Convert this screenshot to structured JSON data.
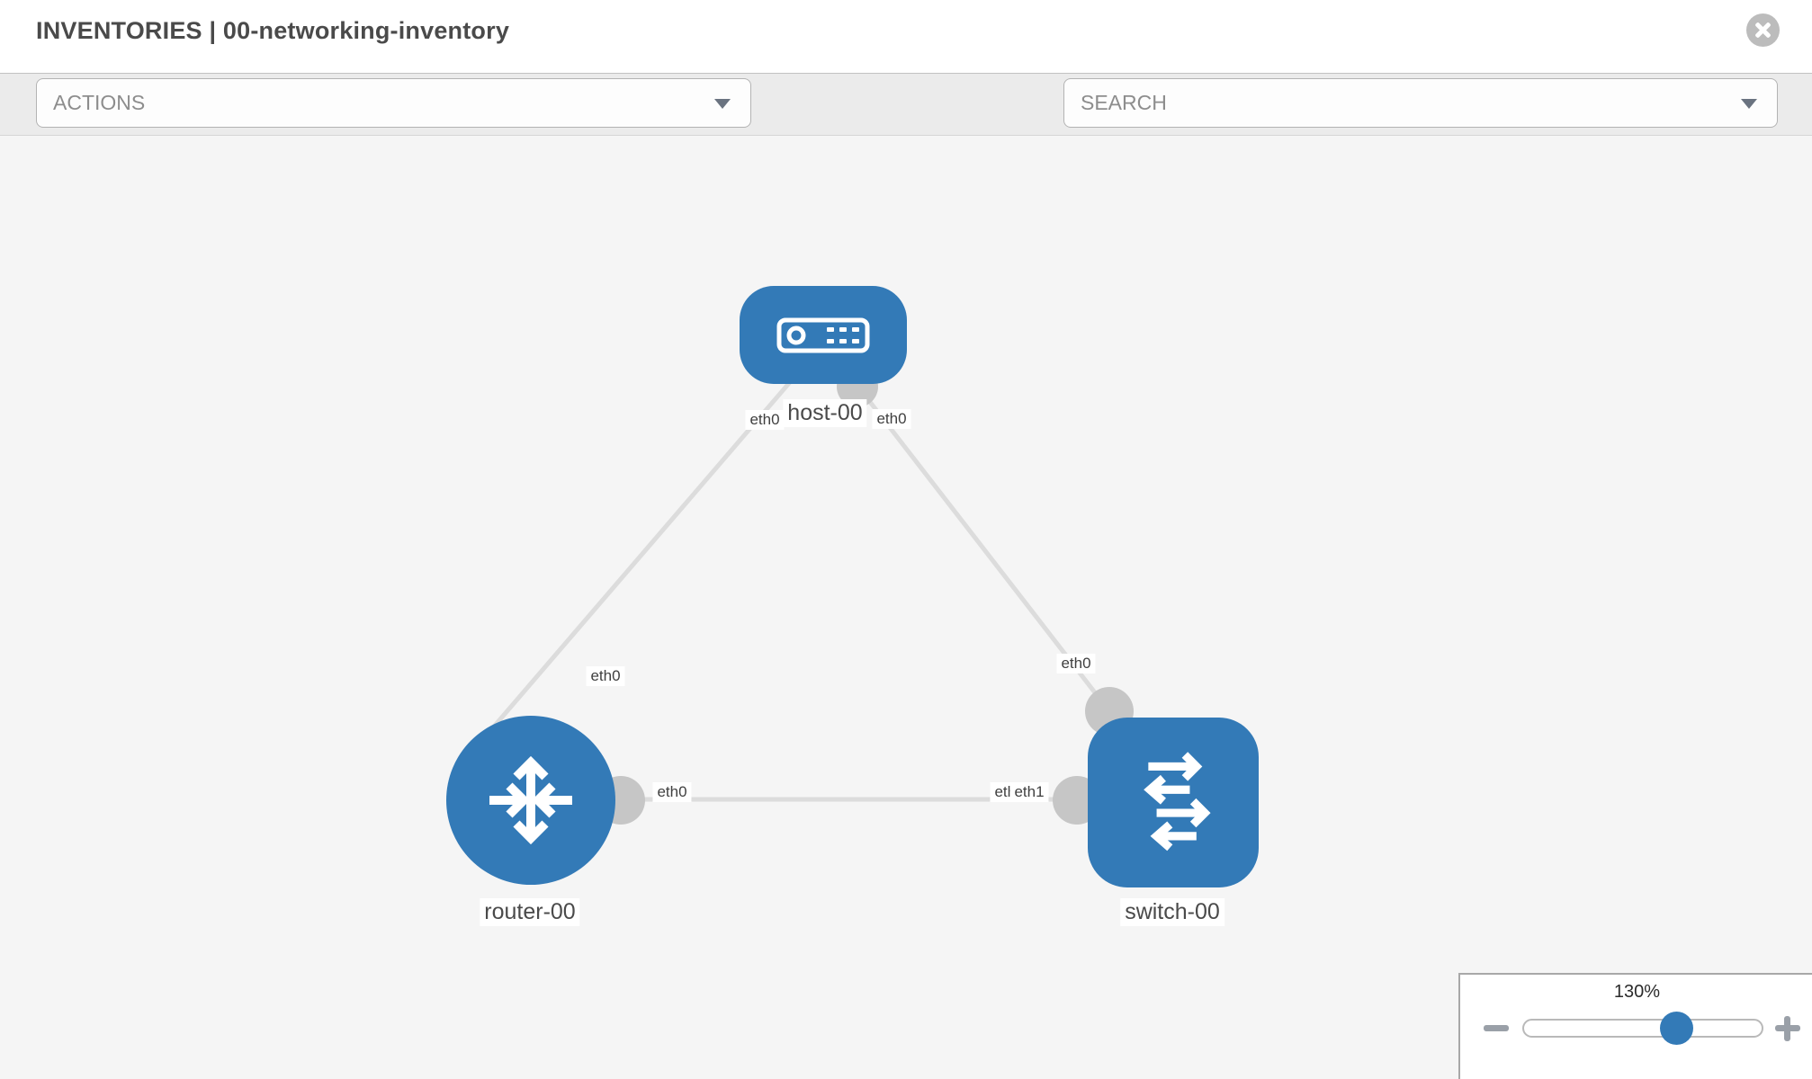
{
  "header": {
    "title": "INVENTORIES | 00-networking-inventory"
  },
  "toolbar": {
    "actions_placeholder": "ACTIONS",
    "search_placeholder": "SEARCH",
    "icons": [
      "wrench-icon",
      "key-icon"
    ]
  },
  "topology": {
    "nodes": [
      {
        "label": "host-00",
        "type": "host"
      },
      {
        "label": "router-00",
        "type": "router"
      },
      {
        "label": "switch-00",
        "type": "switch"
      }
    ],
    "links": [
      {
        "from": "host-00",
        "from_interface": "eth0",
        "to": "router-00",
        "to_interface": "eth0"
      },
      {
        "from": "host-00",
        "from_interface": "eth0",
        "to": "switch-00",
        "to_interface": "eth0"
      },
      {
        "from": "router-00",
        "from_interface": "eth0",
        "to": "switch-00",
        "to_interface": "eth1"
      }
    ],
    "overlap_back_label": "eth0"
  },
  "zoom_control": {
    "value": "130%"
  },
  "colors": {
    "node_blue": "#337ab7",
    "port_gray": "#c6c6c6",
    "link_gray": "#dcdcdc",
    "canvas_bg": "#f5f5f5",
    "toolbar_bg": "#ebebeb"
  }
}
